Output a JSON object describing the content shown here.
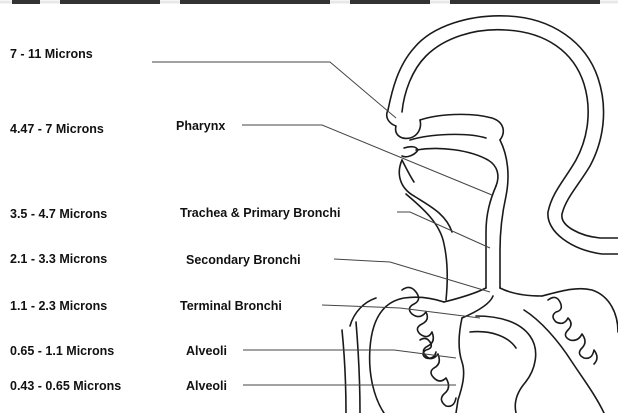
{
  "title_fragment": "...ized particles deposit in the respiratory tract by region (cropped)",
  "rows": [
    {
      "size": "7 - 11 Microns",
      "region": ""
    },
    {
      "size": "4.47 - 7 Microns",
      "region": "Pharynx"
    },
    {
      "size": "3.5 - 4.7 Microns",
      "region": "Trachea & Primary Bronchi"
    },
    {
      "size": "2.1 - 3.3 Microns",
      "region": "Secondary Bronchi"
    },
    {
      "size": "1.1 - 2.3 Microns",
      "region": "Terminal Bronchi"
    },
    {
      "size": "0.65 - 1.1 Microns",
      "region": "Alveoli"
    },
    {
      "size": "0.43 - 0.65 Microns",
      "region": "Alveoli"
    }
  ]
}
